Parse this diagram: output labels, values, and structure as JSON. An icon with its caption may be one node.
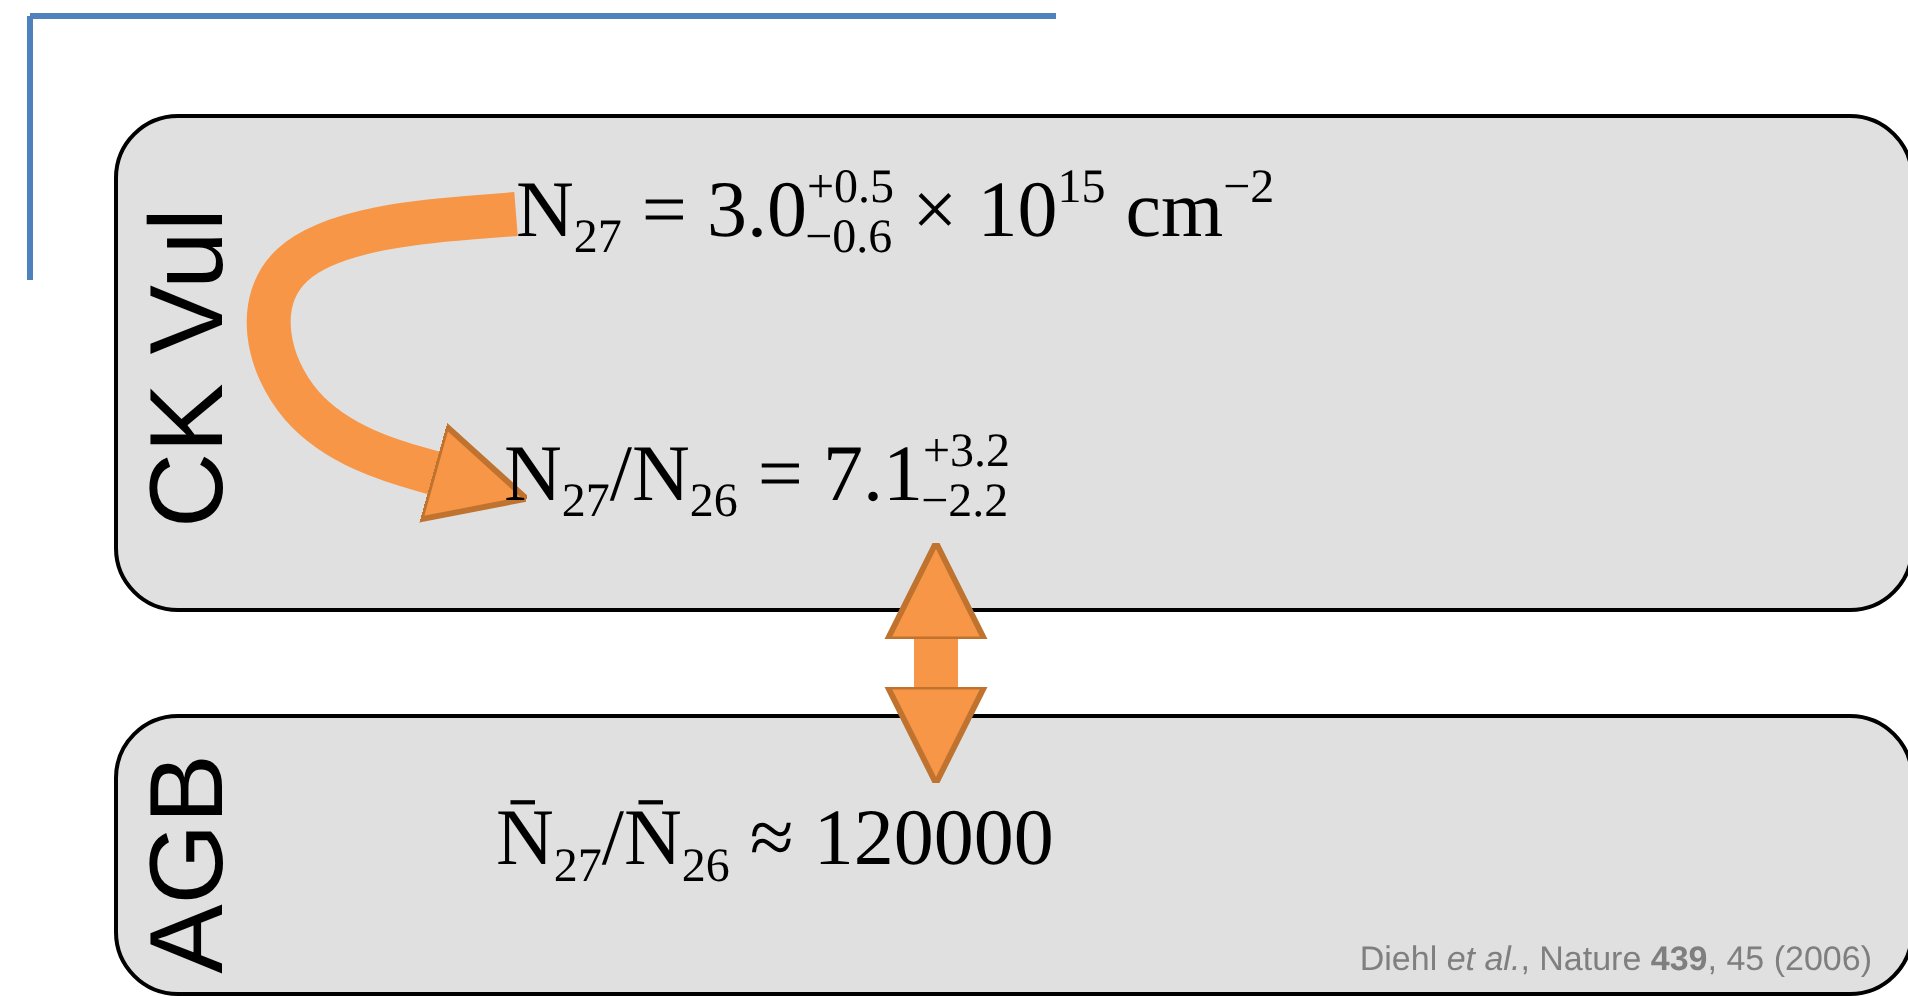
{
  "diagram": {
    "nodes": [
      {
        "text": [
          "CK Vul"
        ]
      },
      {
        "text": [
          "N$_{27}$ = 3.0$^{+0.5}$$_{−0.6}$ × 10$^{15}$ cm$^{−2}$"
        ],
        "in": 0
      },
      {
        "text": [
          "N$_{27}$/N$_{26}$ = 7.1$^{+3.2}$$_{−2.2}$"
        ],
        "in": 0
      },
      {
        "text": [
          "AGB"
        ]
      },
      {
        "text": [
          "N̄$_{27}$/N̄$_{26}$ ≈ 120000"
        ],
        "in": 3
      }
    ],
    "edges": [
      {
        "from": 1,
        "to": 2,
        "arrow": "to"
      },
      {
        "from": 0,
        "to": 3,
        "arrow": "both"
      }
    ],
    "labels": [
      "Diehl *et al.*, Nature **439**, 45 (2006)"
    ]
  }
}
